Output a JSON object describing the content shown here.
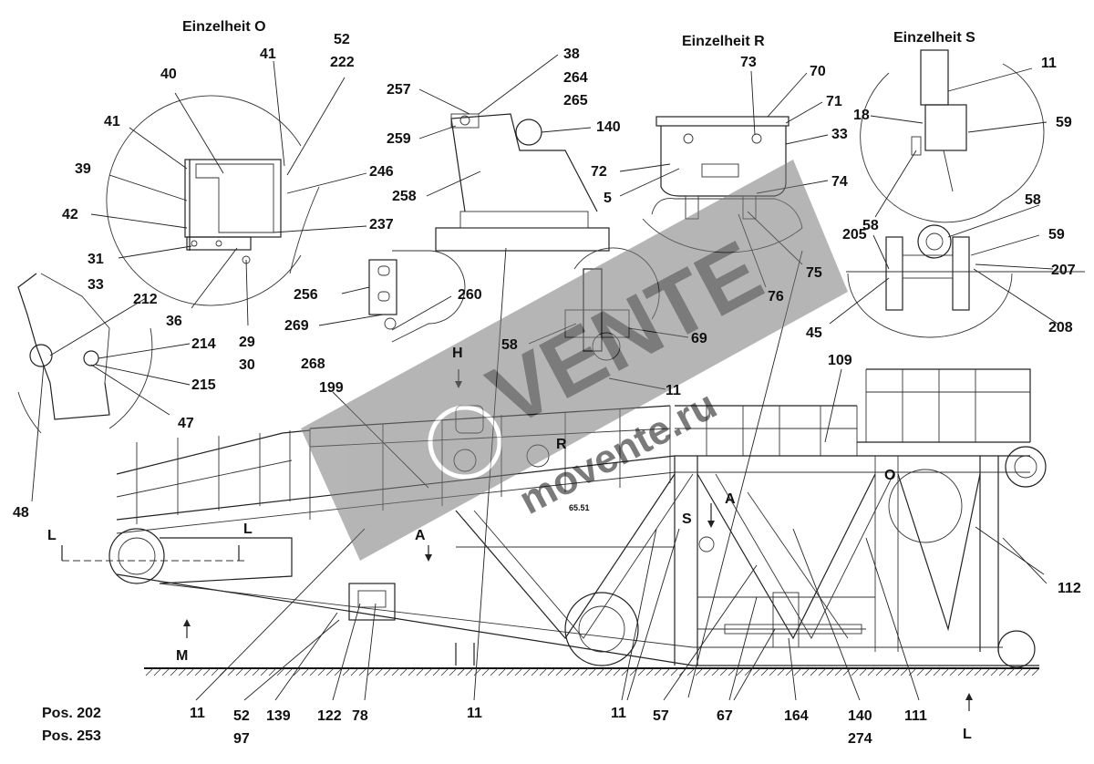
{
  "details": {
    "o": "Einzelheit  O",
    "r": "Einzelheit  R",
    "s": "Einzelheit  S"
  },
  "positions": {
    "pos1": "Pos.  202",
    "pos2": "Pos.  253"
  },
  "view_markers": {
    "h": "H",
    "r": "R",
    "s": "S",
    "o": "O",
    "a1": "A",
    "a2": "A",
    "l1": "L",
    "l2": "L",
    "l3": "L",
    "m": "M"
  },
  "callouts": {
    "c41a": "41",
    "c52a": "52",
    "c222": "222",
    "c40": "40",
    "c41b": "41",
    "c39": "39",
    "c42": "42",
    "c246": "246",
    "c237": "237",
    "c31": "31",
    "c33a": "33",
    "c36": "36",
    "c29": "29",
    "c30": "30",
    "c38": "38",
    "c264": "264",
    "c265": "265",
    "c257": "257",
    "c259": "259",
    "c140a": "140",
    "c258": "258",
    "c256": "256",
    "c260": "260",
    "c269": "269",
    "c268": "268",
    "c58a": "58",
    "c69": "69",
    "c11a": "11",
    "c73": "73",
    "c70": "70",
    "c71": "71",
    "c33b": "33",
    "c72": "72",
    "c5": "5",
    "c74": "74",
    "c75": "75",
    "c76": "76",
    "c11b": "11",
    "c18": "18",
    "c59a": "59",
    "c58b": "58",
    "c58c": "58",
    "c205": "205",
    "c59b": "59",
    "c207": "207",
    "c45": "45",
    "c208": "208",
    "c212": "212",
    "c214": "214",
    "c215": "215",
    "c47": "47",
    "c48": "48",
    "c199": "199",
    "c109": "109",
    "c112": "112",
    "c11c": "11",
    "c52b": "52",
    "c97": "97",
    "c139": "139",
    "c122": "122",
    "c78": "78",
    "c11d": "11",
    "c11e": "11",
    "c57": "57",
    "c67": "67",
    "c164": "164",
    "c140b": "140",
    "c274": "274",
    "c111": "111",
    "c6551": "65.51"
  },
  "watermark": {
    "brand": "VENTE",
    "site": "movente.ru"
  },
  "colors": {
    "line": "#222222",
    "watermark_band": "#7a7a7a",
    "watermark_logo": "#4a5a8a"
  }
}
